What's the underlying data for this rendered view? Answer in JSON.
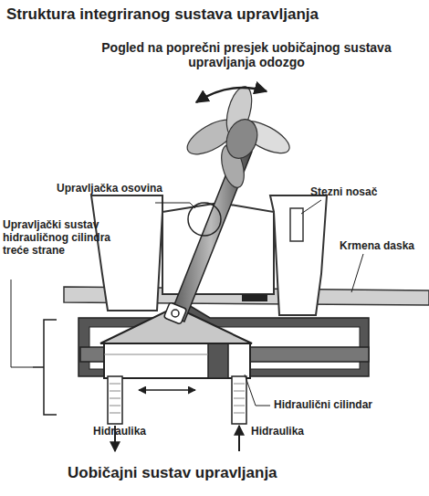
{
  "diagram": {
    "title": "Struktura integriranog sustava upravljanja",
    "caption": "Uobičajni sustav upravljanja",
    "labels": [
      "Pogled na poprečni presjek uobičajnog sustava upravljanja odozgo",
      "Upravljačka osovina",
      "Stezni nosač",
      "Krmena daska",
      "Upravljački sustav hidrauličnog cilindra treće strane",
      "Hidraulični cilindar",
      "Hidraulika",
      "Hidraulika"
    ]
  }
}
